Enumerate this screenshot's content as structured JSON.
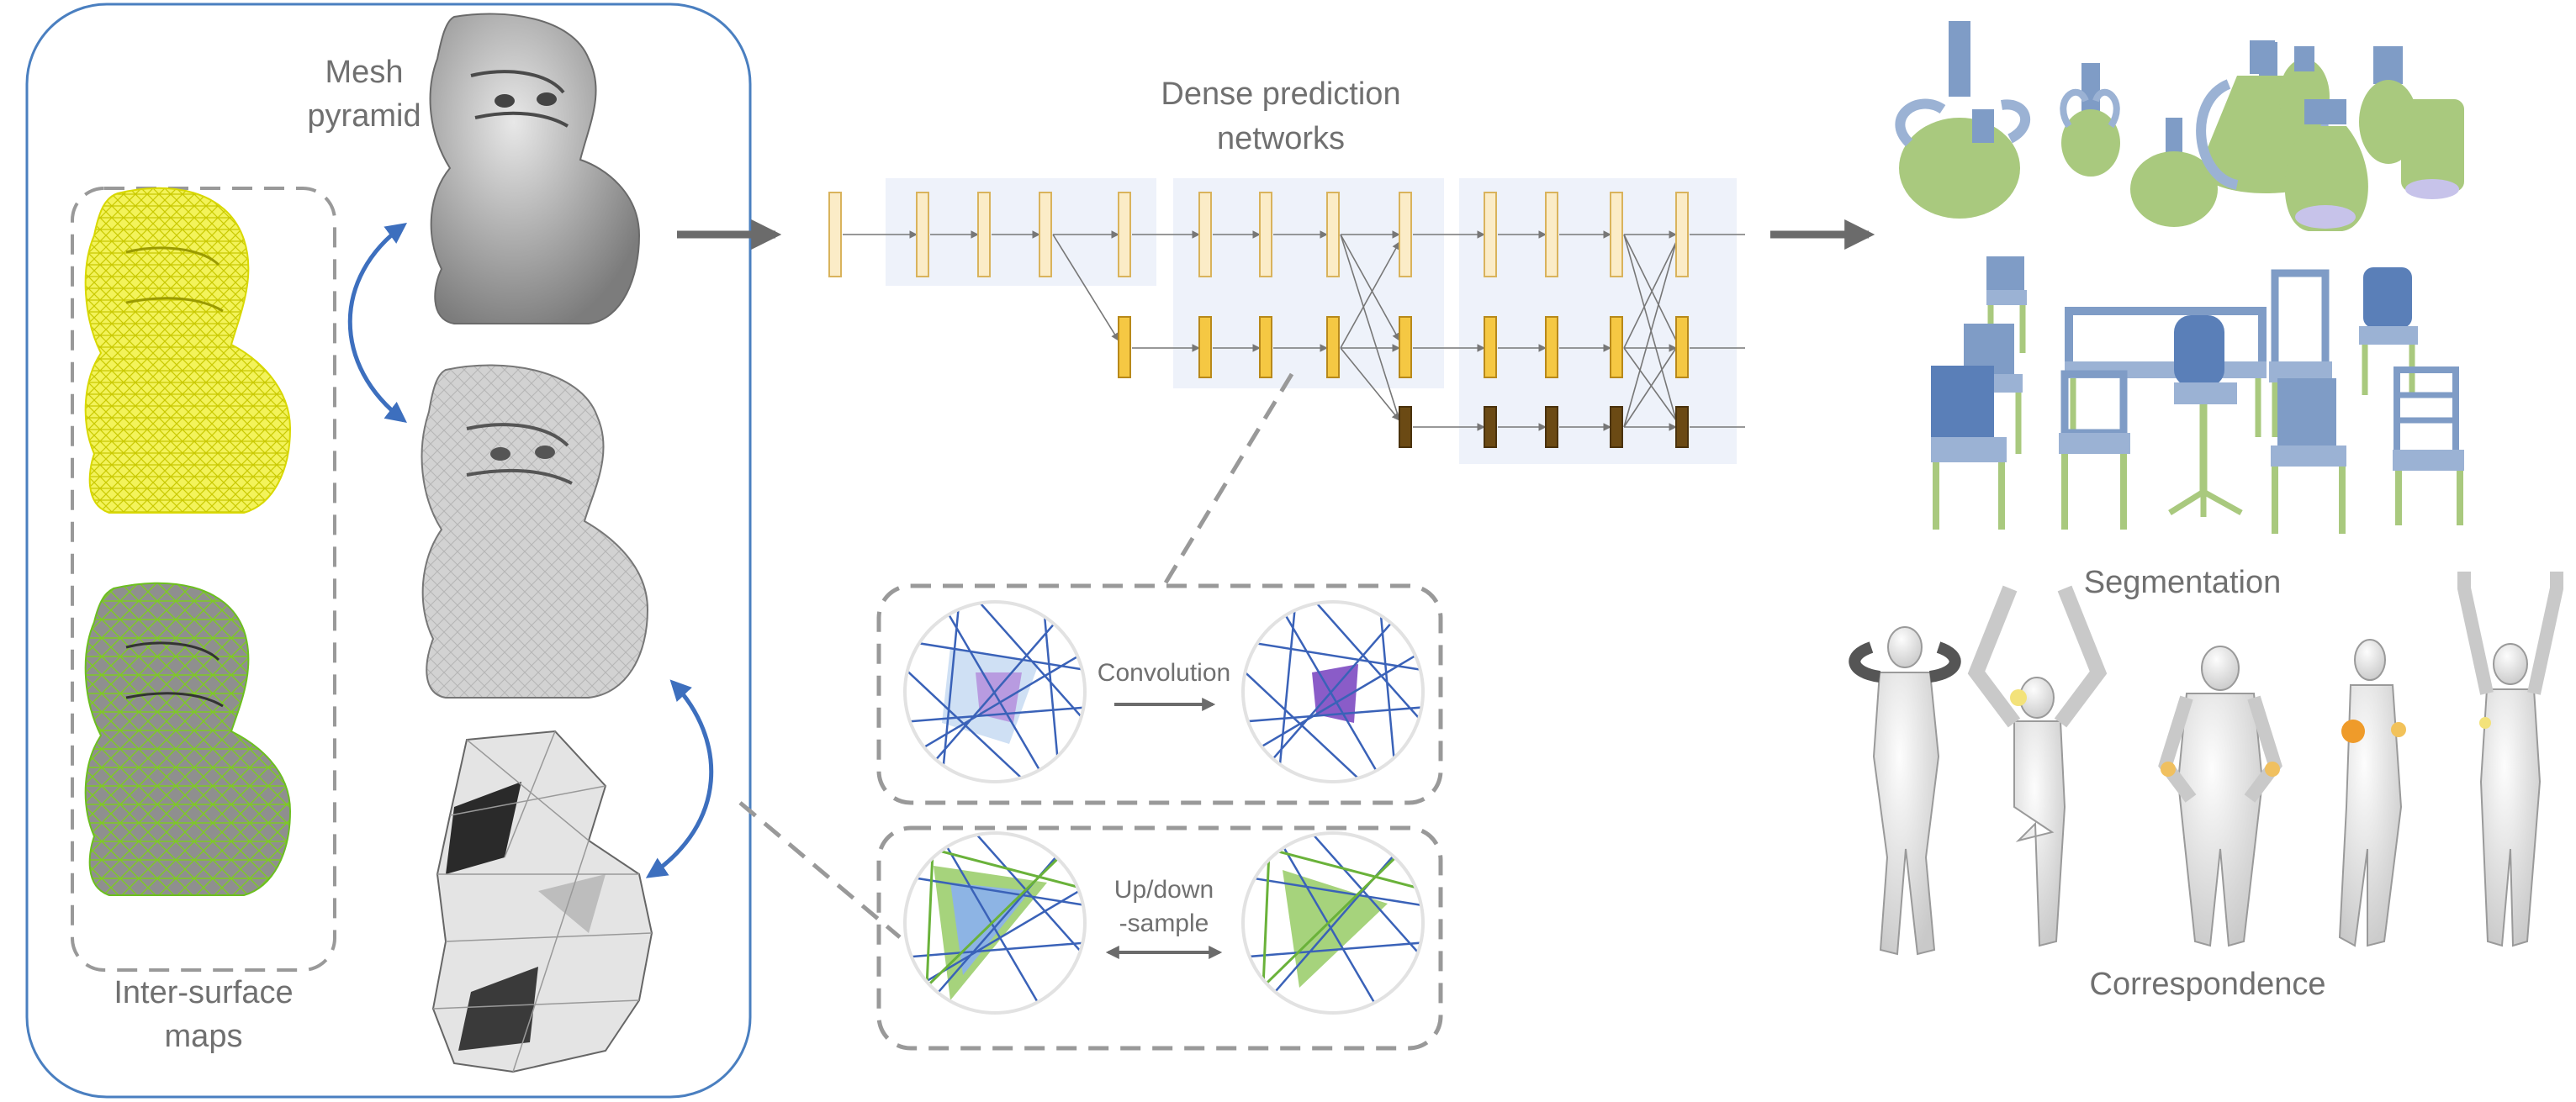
{
  "labels": {
    "mesh_pyramid": [
      "Mesh",
      "pyramid"
    ],
    "inter_surface_maps": [
      "Inter-surface",
      "maps"
    ],
    "dense_prediction": [
      "Dense prediction",
      "networks"
    ],
    "convolution": "Convolution",
    "updown": [
      "Up/down",
      "-sample"
    ],
    "segmentation": "Segmentation",
    "correspondence": "Correspondence"
  },
  "colors": {
    "frame": "#4a7fc0",
    "dashed": "#999999",
    "arrow_blue": "#3d6fbe",
    "arrow_gray": "#6b6b6b",
    "level1": "#fbecc7",
    "level2": "#f5c843",
    "level3": "#6b4a14",
    "panel": "#eef2fa",
    "mesh_blue": "#3a62b8",
    "mesh_green": "#6ab23a",
    "conv_purple": "#9b6fcf",
    "sample_blue": "#8db4e4",
    "sample_green": "#a6d37c",
    "wire_yellow": "#e6e600",
    "wire_green": "#7ecb22",
    "seg_green": "#a9c97e",
    "seg_blue": "#7f9cc6"
  },
  "icons": [
    "lion-mesh",
    "vase-icon",
    "chair-icon",
    "human-figure-icon"
  ]
}
